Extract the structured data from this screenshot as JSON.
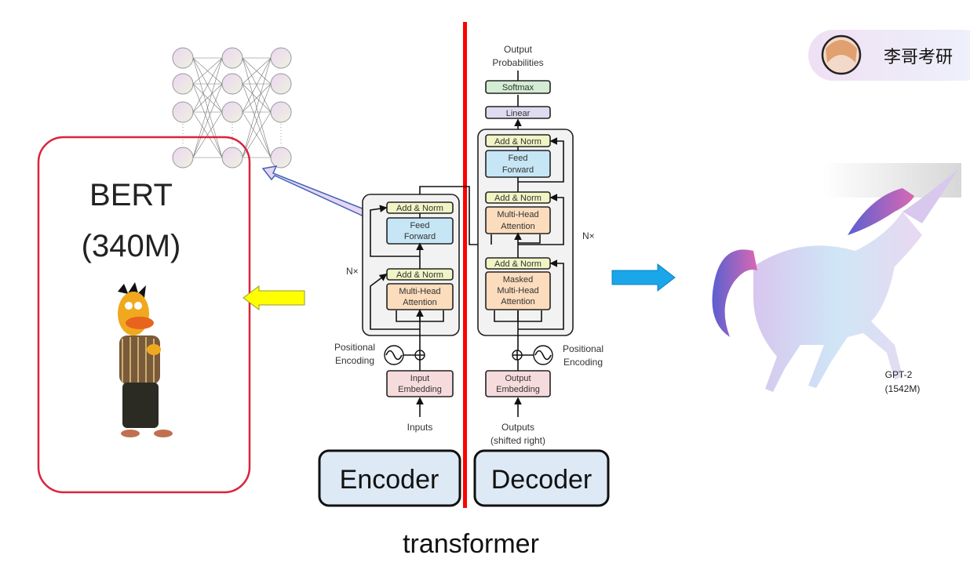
{
  "bert": {
    "title": "BERT",
    "params": "(340M)"
  },
  "encoder": {
    "label": "Encoder",
    "add_norm": "Add & Norm",
    "feed_forward": [
      "Feed",
      "Forward"
    ],
    "multi_head": [
      "Multi-Head",
      "Attention"
    ],
    "repeat": "N×",
    "positional": [
      "Positional",
      "Encoding"
    ],
    "embedding": [
      "Input",
      "Embedding"
    ],
    "input": "Inputs"
  },
  "decoder": {
    "label": "Decoder",
    "output": [
      "Output",
      "Probabilities"
    ],
    "softmax": "Softmax",
    "linear": "Linear",
    "add_norm": "Add & Norm",
    "feed_forward": [
      "Feed",
      "Forward"
    ],
    "multi_head": [
      "Multi-Head",
      "Attention"
    ],
    "masked": [
      "Masked",
      "Multi-Head",
      "Attention"
    ],
    "repeat": "N×",
    "positional": [
      "Positional",
      "Encoding"
    ],
    "embedding": [
      "Output",
      "Embedding"
    ],
    "input": [
      "Outputs",
      "(shifted right)"
    ]
  },
  "gpt": {
    "name": "GPT-2",
    "params": "(1542M)"
  },
  "caption": "transformer",
  "logo": {
    "text": "李哥考研"
  },
  "colors": {
    "divider": "#ff0000",
    "bert_border": "#d9243c",
    "yellow_arrow": "#ffff00",
    "blue_arrow": "#1aa6e8",
    "add_norm": "#f1f4c4",
    "feed_forward": "#c6e6f6",
    "attention": "#fbdcbc",
    "embedding": "#f6dbdd",
    "softmax": "#d3ecd3",
    "linear": "#dedcf0"
  }
}
